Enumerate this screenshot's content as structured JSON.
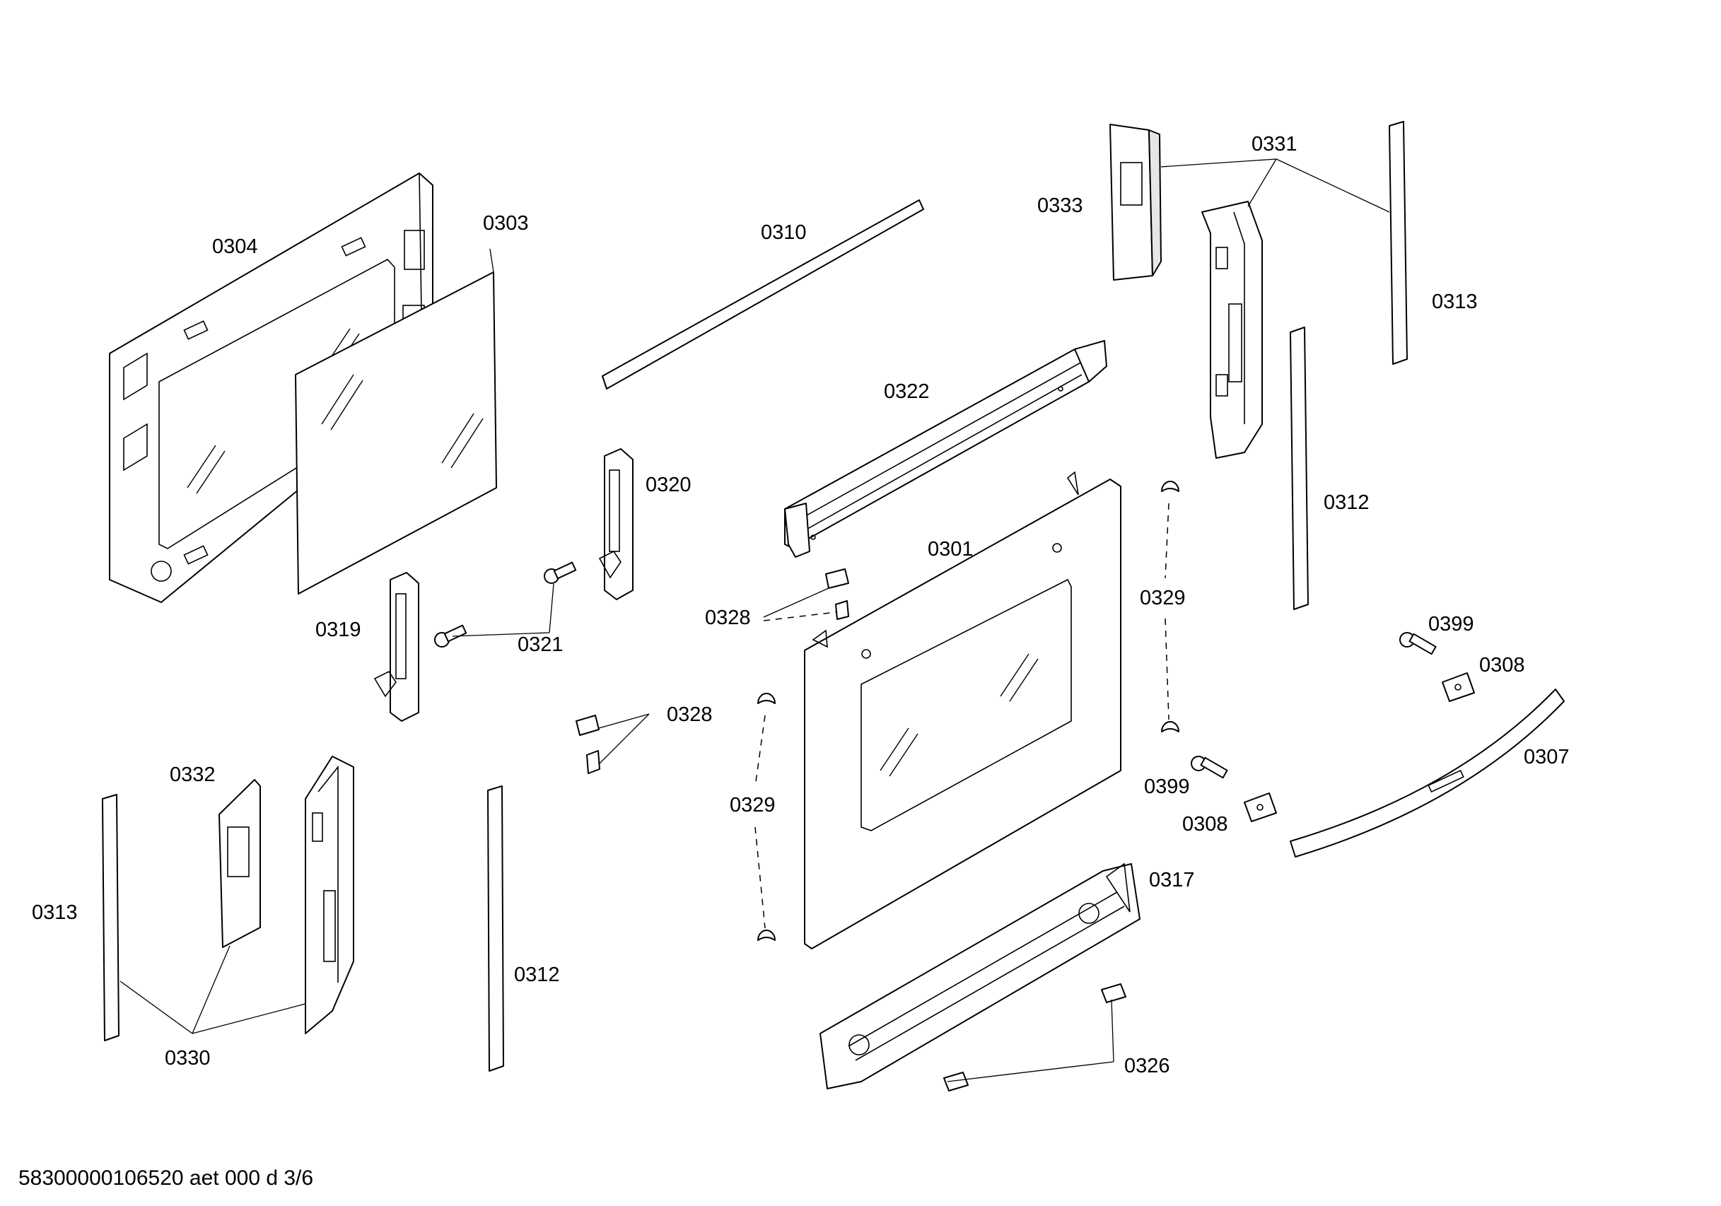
{
  "footer": "58300000106520 aet 000 d 3/6",
  "labels": {
    "p0304": "0304",
    "p0303": "0303",
    "p0310": "0310",
    "p0322": "0322",
    "p0333": "0333",
    "p0331": "0331",
    "p0313a": "0313",
    "p0312a": "0312",
    "p0320": "0320",
    "p0319": "0319",
    "p0321": "0321",
    "p0301": "0301",
    "p0328a": "0328",
    "p0328b": "0328",
    "p0329a": "0329",
    "p0329b": "0329",
    "p0399a": "0399",
    "p0308a": "0308",
    "p0307": "0307",
    "p0399b": "0399",
    "p0308b": "0308",
    "p0332": "0332",
    "p0313b": "0313",
    "p0330": "0330",
    "p0312b": "0312",
    "p0317": "0317",
    "p0326": "0326"
  }
}
